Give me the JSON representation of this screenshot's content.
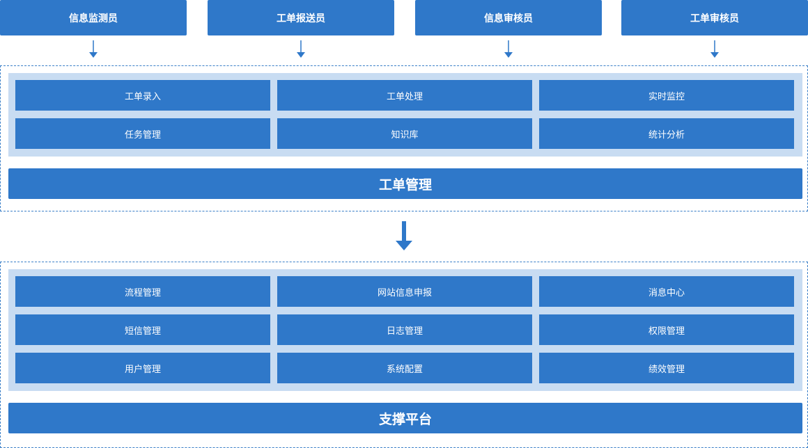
{
  "roles": [
    "信息监测员",
    "工单报送员",
    "信息审核员",
    "工单审核员"
  ],
  "workorder": {
    "modules": [
      "工单录入",
      "工单处理",
      "实时监控",
      "任务管理",
      "知识库",
      "统计分析"
    ],
    "title": "工单管理"
  },
  "platform": {
    "modules": [
      "流程管理",
      "网站信息申报",
      "消息中心",
      "短信管理",
      "日志管理",
      "权限管理",
      "用户管理",
      "系统配置",
      "绩效管理"
    ],
    "title": "支撑平台"
  },
  "colors": {
    "primary": "#2f78c9",
    "inner_background": "#c8dcf2",
    "dashed_border": "#3a7fc8"
  },
  "icons": [
    "arrow-down-icon"
  ]
}
